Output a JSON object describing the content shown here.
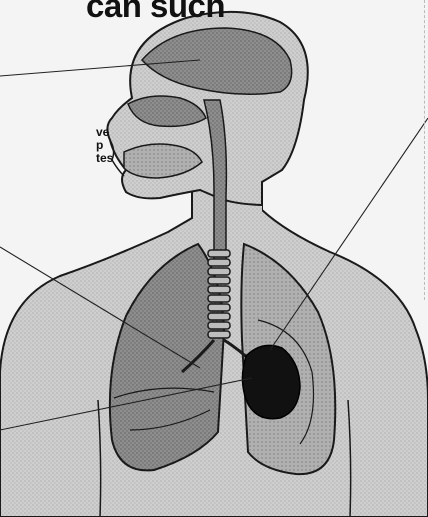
{
  "figure": {
    "heading_fragment": "can such",
    "caption_fragments": [
      "ve",
      "p",
      "tes"
    ]
  },
  "colors": {
    "background": "#f4f4f4",
    "body_fill": "#c9c9c9",
    "organ_fill": "#8f8f8f",
    "outline": "#1a1a1a",
    "dark_mass": "#111111",
    "leader_line": "#222222"
  }
}
